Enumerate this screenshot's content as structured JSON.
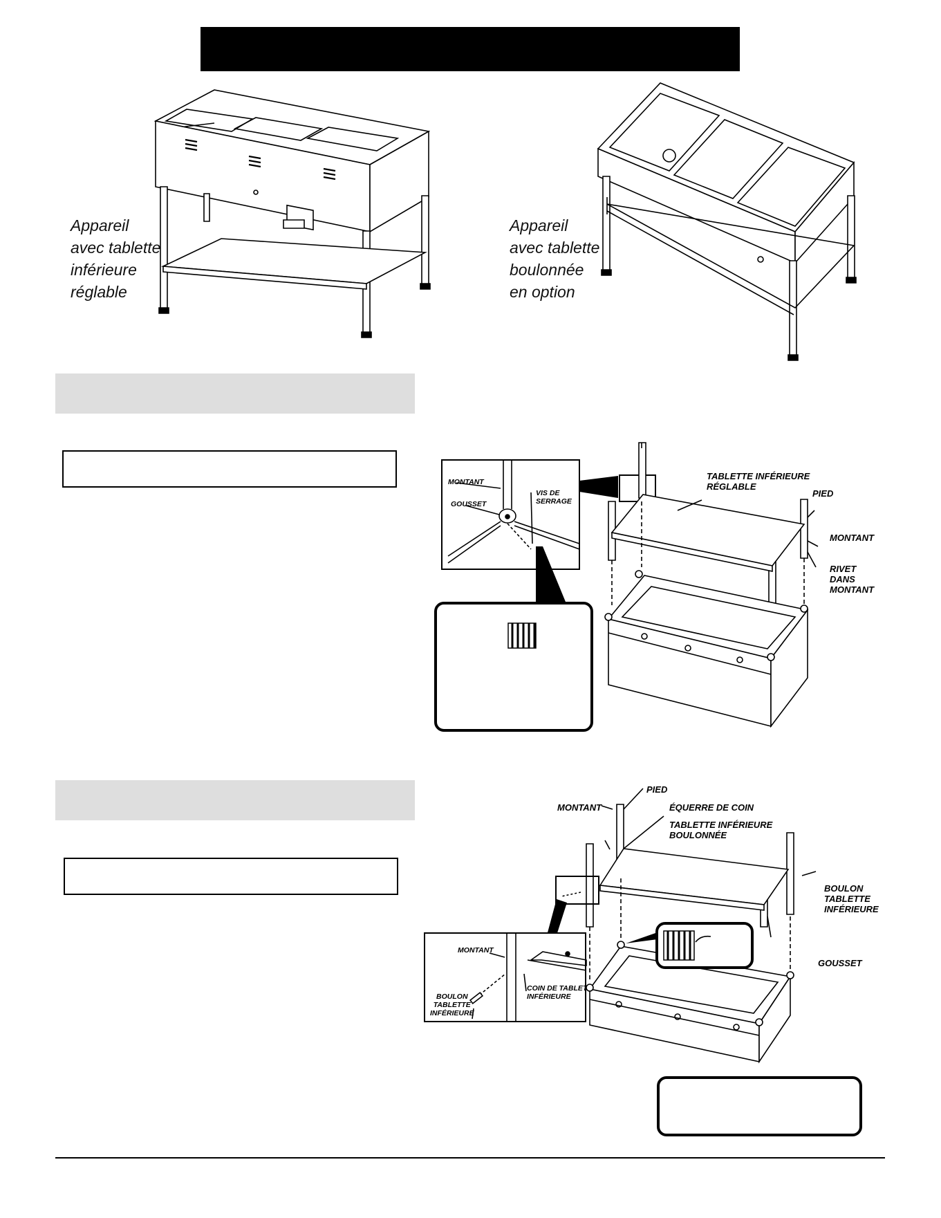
{
  "captions": {
    "left": [
      "Appareil",
      "avec tablette",
      "inférieure",
      "réglable"
    ],
    "right": [
      "Appareil",
      "avec tablette",
      "boulonnée",
      "en option"
    ]
  },
  "diagram1_labels": {
    "montant_detail": "MONTANT",
    "gousset_detail": "GOUSSET",
    "vis_de_serrage": [
      "VIS DE",
      "SERRAGE"
    ],
    "tablette_reglable": [
      "TABLETTE INFÉRIEURE",
      "RÉGLABLE"
    ],
    "pied": "PIED",
    "montant": "MONTANT",
    "rivet": [
      "RIVET",
      "DANS",
      "MONTANT"
    ]
  },
  "diagram2_labels": {
    "pied": "PIED",
    "montant": "MONTANT",
    "equerre": "ÉQUERRE DE COIN",
    "tablette_boulonnee": [
      "TABLETTE INFÉRIEURE",
      "BOULONNÉE"
    ],
    "boulon_right": [
      "BOULON",
      "TABLETTE",
      "INFÉRIEURE"
    ],
    "gousset": "GOUSSET",
    "detail_montant": "MONTANT",
    "detail_boulon": [
      "BOULON",
      "TABLETTE",
      "INFÉRIEURE"
    ],
    "detail_coin": [
      "COIN DE TABLETTE",
      "INFÉRIEURE"
    ]
  },
  "colors": {
    "band": "#dedede",
    "ink": "#000000",
    "paper": "#ffffff"
  }
}
